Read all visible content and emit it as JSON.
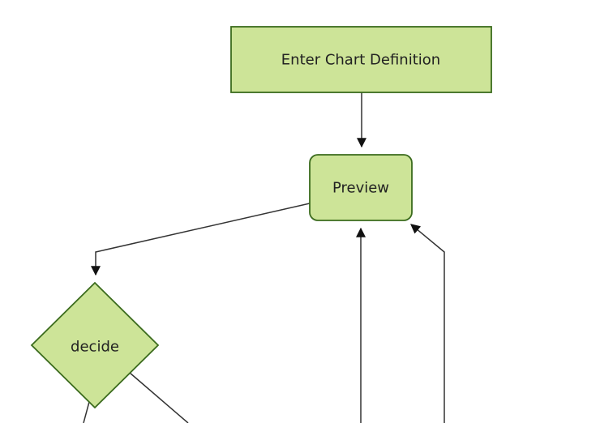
{
  "diagram": {
    "type": "flowchart",
    "orientation": "top-down",
    "background": "#ffffff",
    "theme": {
      "node_fill": "#cde498",
      "node_stroke": "#3b6b1d",
      "edge_color": "#333333",
      "arrowhead_color": "#111111",
      "text_color": "#222222"
    },
    "nodes": [
      {
        "id": "A",
        "label": "Enter Chart Definition",
        "shape": "rectangle"
      },
      {
        "id": "B",
        "label": "Preview",
        "shape": "rounded-rectangle"
      },
      {
        "id": "C",
        "label": "decide",
        "shape": "diamond"
      }
    ],
    "edges": [
      {
        "from": "Enter Chart Definition",
        "to": "Preview",
        "arrow": true
      },
      {
        "from": "Preview",
        "to": "decide",
        "arrow": true
      },
      {
        "from": "offscreen-bottom-center",
        "to": "Preview",
        "arrow": true
      },
      {
        "from": "offscreen-bottom-right",
        "to": "Preview",
        "arrow": true
      },
      {
        "from": "decide",
        "to": "offscreen-bottom-left",
        "arrow": false
      },
      {
        "from": "decide",
        "to": "offscreen-bottom-right",
        "arrow": false
      }
    ]
  }
}
